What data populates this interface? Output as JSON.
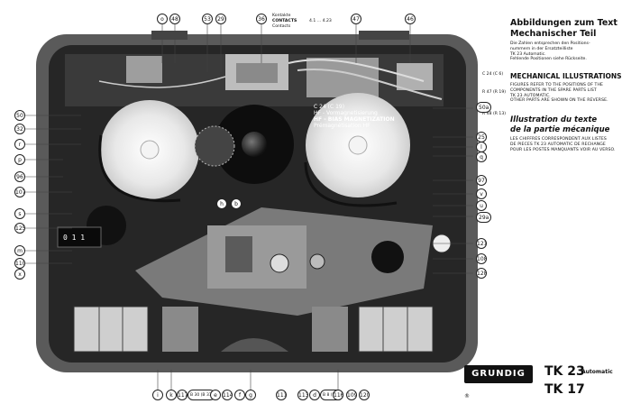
{
  "header": {
    "title_de_1": "Abbildungen zum Text",
    "title_de_2": "Mechanischer Teil",
    "desc_de": [
      "Die Zahlen entsprechen den Positions-",
      "nummern in der Ersatzteilliste",
      "TK 23 Automatic.",
      "Fehlende Positionen siehe Rückseite."
    ],
    "title_en": "MECHANICAL ILLUSTRATIONS",
    "desc_en": [
      "FIGURES REFER TO THE POSITIONS OF THE",
      "COMPONENTS IN THE SPARE PARTS LIST",
      "TK 23 AUTOMATIC.",
      "OTHER PARTS ARE SHOWN ON THE REVERSE."
    ],
    "title_fr_1": "Illustration du texte",
    "title_fr_2": "de la partie mécanique",
    "desc_fr": [
      "LES CHIFFRES CORRESPONDENT AUX LISTES",
      "DE PIECES TK 23 AUTOMATIC DE RECHANGE",
      "POUR LES POSTES MANQUANTS VOIR AU VERSO."
    ]
  },
  "brand": {
    "logo": "GRUNDIG",
    "model_1": "TK 23",
    "model_1_suffix": "Automatic",
    "model_2": "TK 17",
    "reg_mark": "®"
  },
  "annotations": {
    "contacts": [
      "Kontakte",
      "CONTACTS",
      "Contacts"
    ],
    "contacts_range": "4.1 ... 4.23",
    "c24_c19": "C 24 (C 19)",
    "hf_de": "HF - Vormagnetisierung",
    "hf_en": "HF - BIAS MAGNETIZATION",
    "hf_fr": "Prémagnétisation HF",
    "c24_c6": "C 24 (C 6)",
    "r47_r19": "R 47 (R 19)",
    "r48_r13": "R 48 (R 13)"
  },
  "labels": {
    "top": [
      "o",
      "48",
      "53",
      "29",
      "36",
      "47",
      "46"
    ],
    "left": [
      "50",
      "32",
      "r",
      "p",
      "96",
      "107",
      "s",
      "125",
      "m",
      "110",
      "x"
    ],
    "right": [
      "50a",
      "25",
      "l",
      "q",
      "97",
      "v",
      "u",
      "29a",
      "121",
      "108",
      "128"
    ],
    "bottom": [
      "i",
      "k",
      "117",
      "B 30 (B 37)",
      "e",
      "114",
      "f",
      "g",
      "111",
      "113",
      "d",
      "B 8 (B 6)",
      "116",
      "109",
      "120"
    ],
    "inner": [
      "h",
      "b"
    ]
  },
  "colors": {
    "background": "#ffffff",
    "ink": "#111111"
  }
}
